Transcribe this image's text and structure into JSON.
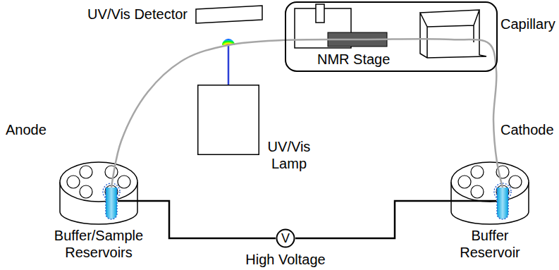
{
  "diagram": {
    "nodes": [
      {
        "text": [
          "UV/Vis Detector"
        ]
      },
      {
        "text": [
          "NMR Stage"
        ]
      },
      {
        "text": [
          "UV/Vis Lamp"
        ]
      },
      {
        "text": [
          "Buffer/Sample Reservoirs"
        ]
      },
      {
        "text": [
          "V",
          "High Voltage"
        ]
      },
      {
        "text": [
          "Buffer Reservoir"
        ]
      }
    ],
    "edges": [
      {
        "from": 3,
        "to": 5,
        "label": "Capillary",
        "arrow": "none"
      },
      {
        "from": 3,
        "to": 4,
        "arrow": "none"
      },
      {
        "from": 4,
        "to": 5,
        "arrow": "none"
      }
    ],
    "labels": [
      "Anode",
      "Cathode"
    ]
  }
}
